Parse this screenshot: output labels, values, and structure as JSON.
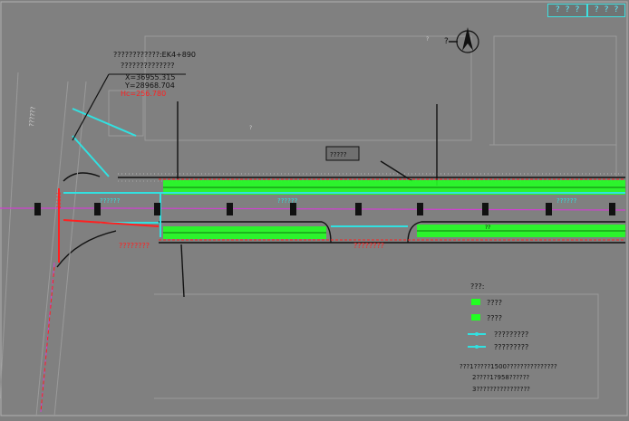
{
  "header": {
    "cells": [
      "? ? ?",
      "? ? ?"
    ]
  },
  "annotation": {
    "line1": "????????????:EK4+890",
    "line2": "??????????????",
    "line3": "X=36955.315",
    "line4": "Y=28968.704",
    "line5": "Hc=256.780"
  },
  "road_labels": {
    "vertical_left": "??????",
    "left_segment": "??????",
    "mid_segment": "??????",
    "right_segment": "??????",
    "bottom_left": "????????",
    "bottom_mid": "????????",
    "red_vertical": "?????"
  },
  "road_name_box": "?????",
  "misc_labels": [
    "?",
    "?",
    "?",
    "??"
  ],
  "legend": {
    "title": "???:",
    "items": [
      {
        "label": "????",
        "color": "#22ff22",
        "kind": "swatch"
      },
      {
        "label": "????",
        "color": "#22ff22",
        "kind": "swatch"
      },
      {
        "label": "?????????",
        "color": "#31e1e1",
        "kind": "line-dot"
      },
      {
        "label": "?????????",
        "color": "#31e1e1",
        "kind": "line-dot"
      }
    ],
    "notes": [
      "???1?????1500???????????????",
      "2????1?958??????",
      "3????????????????"
    ]
  },
  "colors": {
    "background": "#808080",
    "green": "#22ff22",
    "cyan": "#31e1e1",
    "red": "#ff2020",
    "magenta": "#d040d0",
    "line": "#111111"
  }
}
